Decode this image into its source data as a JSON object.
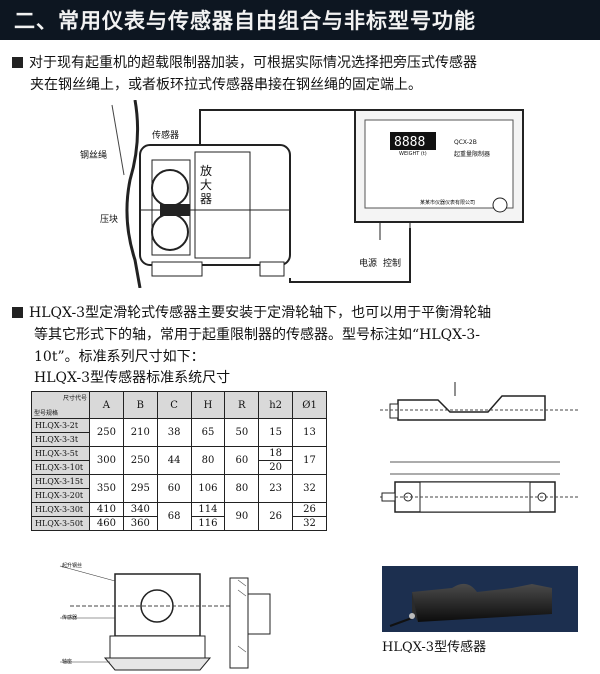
{
  "header": {
    "title": "二、常用仪表与传感器自由组合与非标型号功能"
  },
  "intro": {
    "line1": "对于现有起重机的超载限制器加装，可根据实际情况选择把旁压式传感器",
    "line2": "夹在钢丝绳上，或者板环拉式传感器串接在钢丝绳的固定端上。"
  },
  "diagram1": {
    "label_sensor": "传感器",
    "label_rope": "钢丝绳",
    "label_block": "压块",
    "device_model": "QCX-2B",
    "device_name": "起重量限制器",
    "display_unit": "WEIGHT (t)",
    "maker": "某某市仪器仪表有限公司",
    "label_power": "电源",
    "label_control": "控制",
    "side_text": "放大器"
  },
  "section2": {
    "line1": "HLQX-3型定滑轮式传感器主要安装于定滑轮轴下，也可以用于平衡滑轮轴",
    "line2": "等其它形式下的轴，常用于起重限制器的传感器。型号标注如“HLQX-3-",
    "line3": "10t”。标准系列尺寸如下：",
    "line4": "HLQX-3型传感器标准系统尺寸"
  },
  "table": {
    "corner_top": "尺寸代号",
    "corner_bottom": "型号规格",
    "headers": [
      "A",
      "B",
      "C",
      "H",
      "R",
      "h2",
      "Ø1"
    ],
    "models": [
      "HLQX-3-2t",
      "HLQX-3-3t",
      "HLQX-3-5t",
      "HLQX-3-10t",
      "HLQX-3-15t",
      "HLQX-3-20t",
      "HLQX-3-30t",
      "HLQX-3-50t"
    ],
    "g1": [
      "250",
      "210",
      "38",
      "65",
      "50",
      "15",
      "13"
    ],
    "g2": [
      "300",
      "250",
      "44",
      "80",
      "60",
      "18",
      "20",
      "17"
    ],
    "g3": [
      "350",
      "295",
      "60",
      "106",
      "80",
      "23",
      "32"
    ],
    "g4": [
      "410",
      "460",
      "340",
      "360",
      "68",
      "114",
      "116",
      "90",
      "26",
      "26",
      "32"
    ]
  },
  "diagram3": {
    "label_a": "起升钢丝",
    "label_b": "传感器",
    "label_c": "轴座"
  },
  "photo": {
    "caption": "HLQX-3型传感器"
  }
}
